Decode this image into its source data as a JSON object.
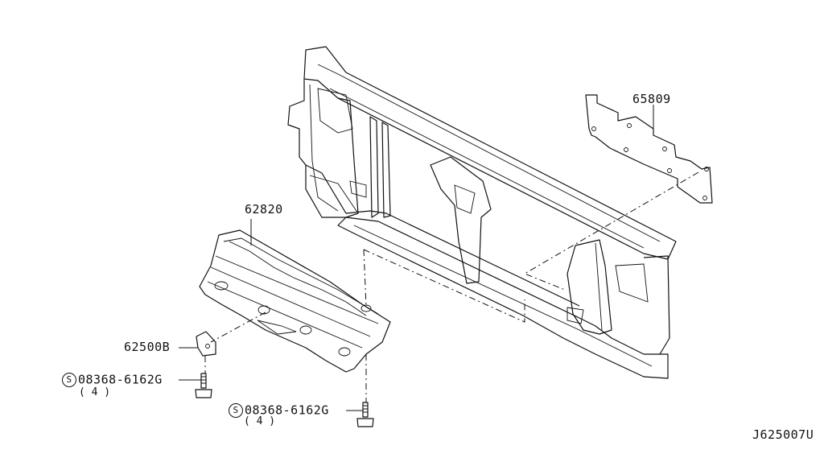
{
  "diagram": {
    "part_labels": {
      "p65809": "65809",
      "p62820": "62820",
      "p62500b": "62500B",
      "bolt_left": "08368-6162G",
      "bolt_left_qty": "( 4 )",
      "bolt_right": "08368-6162G",
      "bolt_right_qty": "( 4 )",
      "s_symbol": "S",
      "drawing_code": "J625007U"
    },
    "colors": {
      "line": "#111111",
      "background": "#ffffff"
    }
  }
}
